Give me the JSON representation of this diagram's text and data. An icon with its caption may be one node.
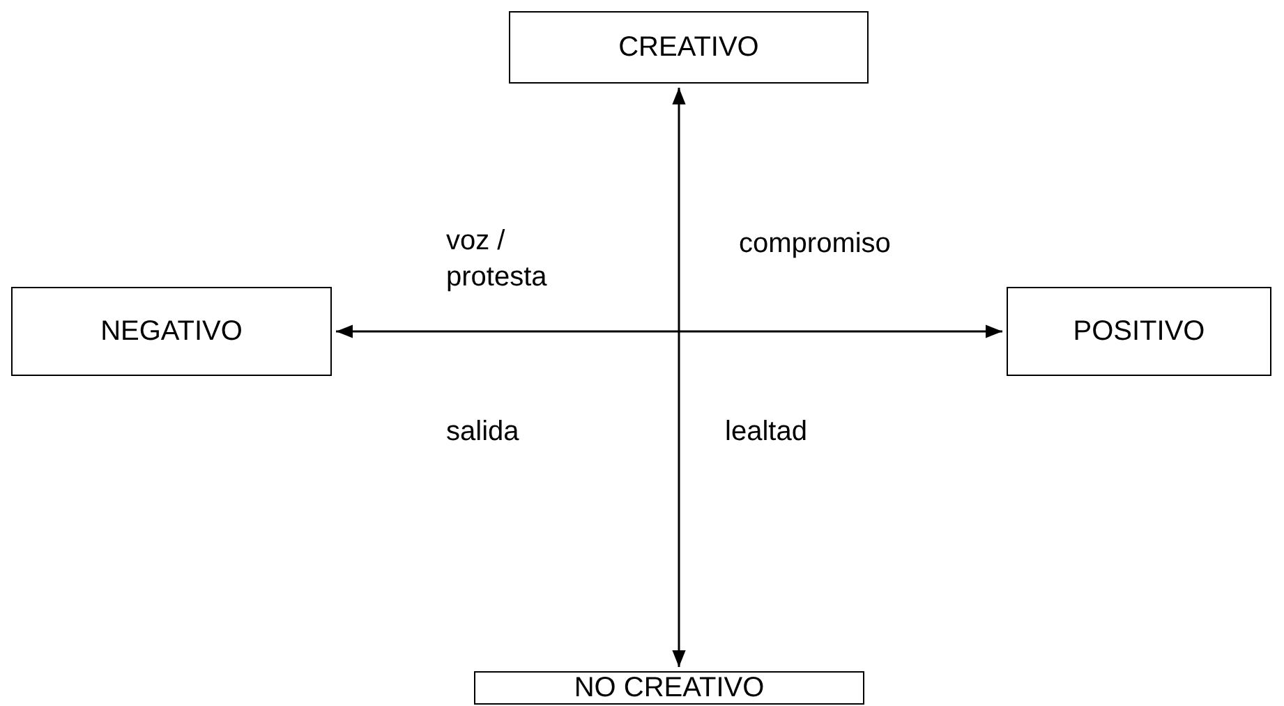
{
  "diagram": {
    "nodes": [
      {
        "text": [
          "CREATIVO"
        ]
      },
      {
        "text": [
          "NEGATIVO"
        ]
      },
      {
        "text": [
          "POSITIVO"
        ]
      },
      {
        "text": [
          "NO CREATIVO"
        ]
      }
    ],
    "edges": [
      {
        "from": 0,
        "to": 3,
        "arrow": "both"
      },
      {
        "from": 1,
        "to": 2,
        "arrow": "both"
      }
    ],
    "labels": [
      "voz / protesta",
      "compromiso",
      "salida",
      "lealtad"
    ]
  }
}
